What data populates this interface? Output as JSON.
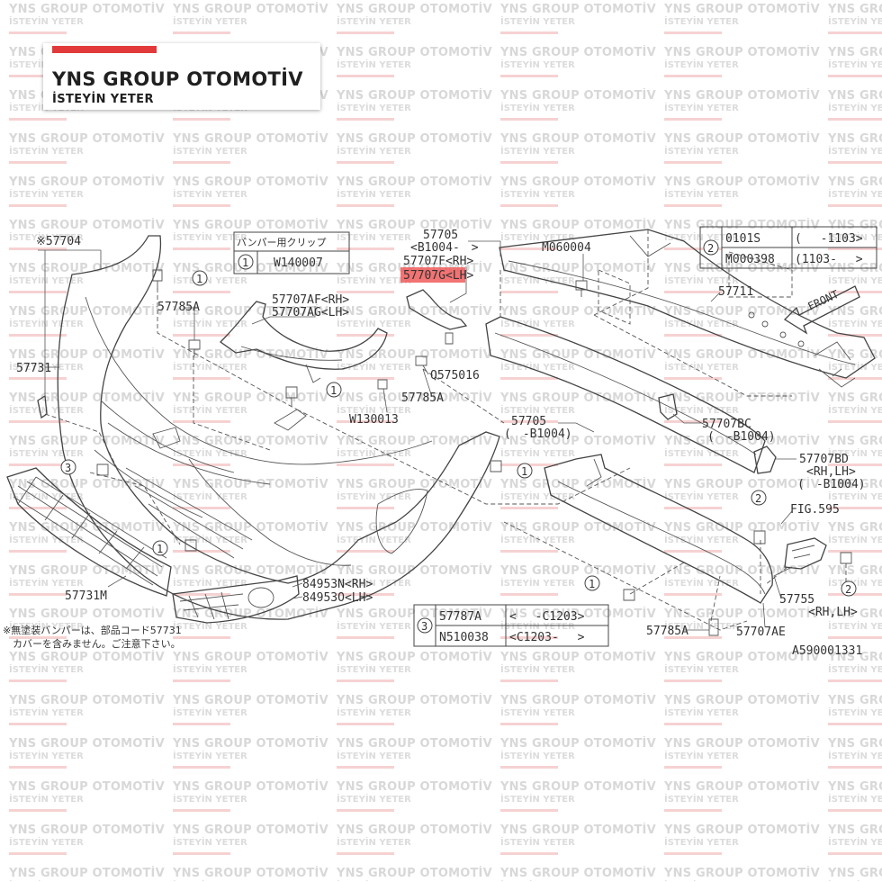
{
  "brand": {
    "title": "YNS GROUP OTOMOTİV",
    "subtitle": "İSTEYİN YETER",
    "accent_color": "#e23a3a"
  },
  "watermark": {
    "line1": "YNS GROUP OTOMOTİV",
    "line2": "İSTEYİN YETER"
  },
  "clip_table": {
    "header": "バンパー用クリップ",
    "ref": "1",
    "part": "W140007"
  },
  "table2": {
    "ref": "2",
    "rows": [
      {
        "part": "0101S",
        "range": "(　 -1103>"
      },
      {
        "part": "M000398",
        "range": "(1103-　 >"
      }
    ]
  },
  "table3": {
    "ref": "3",
    "rows": [
      {
        "part": "57787A",
        "range": "<　 -C1203>"
      },
      {
        "part": "N510038",
        "range": "<C1203-　 >"
      }
    ]
  },
  "labels": {
    "l57704": "※57704",
    "l57731": "57731",
    "l57785a_1": "57785A",
    "l57707af": "57707AF<RH>",
    "l57707ag": "57707AG<LH>",
    "l57705_top": "57705",
    "l57705_top_range": "<B1004-　>",
    "l57707f": "57707F<RH>",
    "l57707g": "57707G<LH>",
    "lm060004": "M060004",
    "l57711": "57711",
    "lfront": "FRONT",
    "lq575016": "Q575016",
    "l57785a_2": "57785A",
    "lw130013": "W130013",
    "l57705_mid": "57705",
    "l57705_mid_range": "(　-B1004)",
    "l57707bc": "57707BC",
    "l57707bc_range": "(　-B1004)",
    "l57707bd": "57707BD",
    "l57707bd_side": "<RH,LH>",
    "l57707bd_range": "(　-B1004)",
    "lfig595": "FIG.595",
    "l57731m": "57731M",
    "l84953n": "84953N<RH>",
    "l84953o": "84953O<LH>",
    "l57755": "57755",
    "l57755_side": "<RH,LH>",
    "l57785a_3": "57785A",
    "l57707ae": "57707AE",
    "ldiagram": "A590001331"
  },
  "footnote": {
    "line1": "※無塗装バンパーは、部品コード57731",
    "line2": "カバーを含みません。ご注意下さい。"
  },
  "highlight": {
    "label": "57707G",
    "color": "#f05a5a"
  },
  "callouts": {
    "c1": "1",
    "c2": "2",
    "c3": "3"
  }
}
